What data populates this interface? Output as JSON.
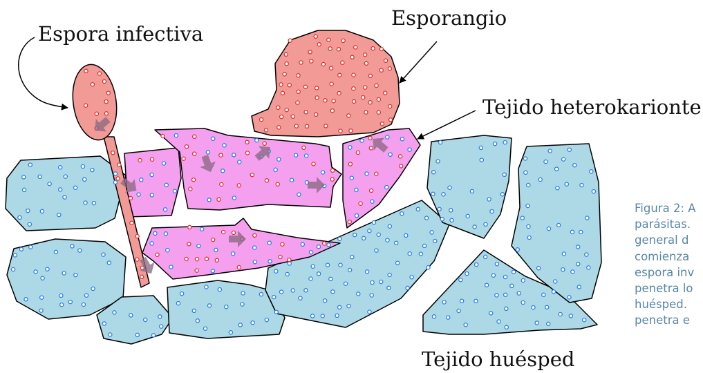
{
  "labels": {
    "spore": "Espora infectiva",
    "sporangium": "Esporangio",
    "heterokaryon": "Tejido heterokarionte",
    "host": "Tejido huésped"
  },
  "caption_lines": [
    "Figura 2: A",
    "parásitas.",
    "general d",
    "comienza",
    "espora inv",
    "penetra lo",
    "huésped.",
    "penetra e"
  ],
  "colors": {
    "host_fill": "#add8e6",
    "heterokaryon_fill": "#f4a0ee",
    "spore_fill": "#f29a95",
    "arrow_fill": "#8a6a84",
    "outline": "#000000",
    "caption_text": "#5a87a6",
    "red_dot": "#e03030",
    "blue_dot": "#2a80e0"
  }
}
